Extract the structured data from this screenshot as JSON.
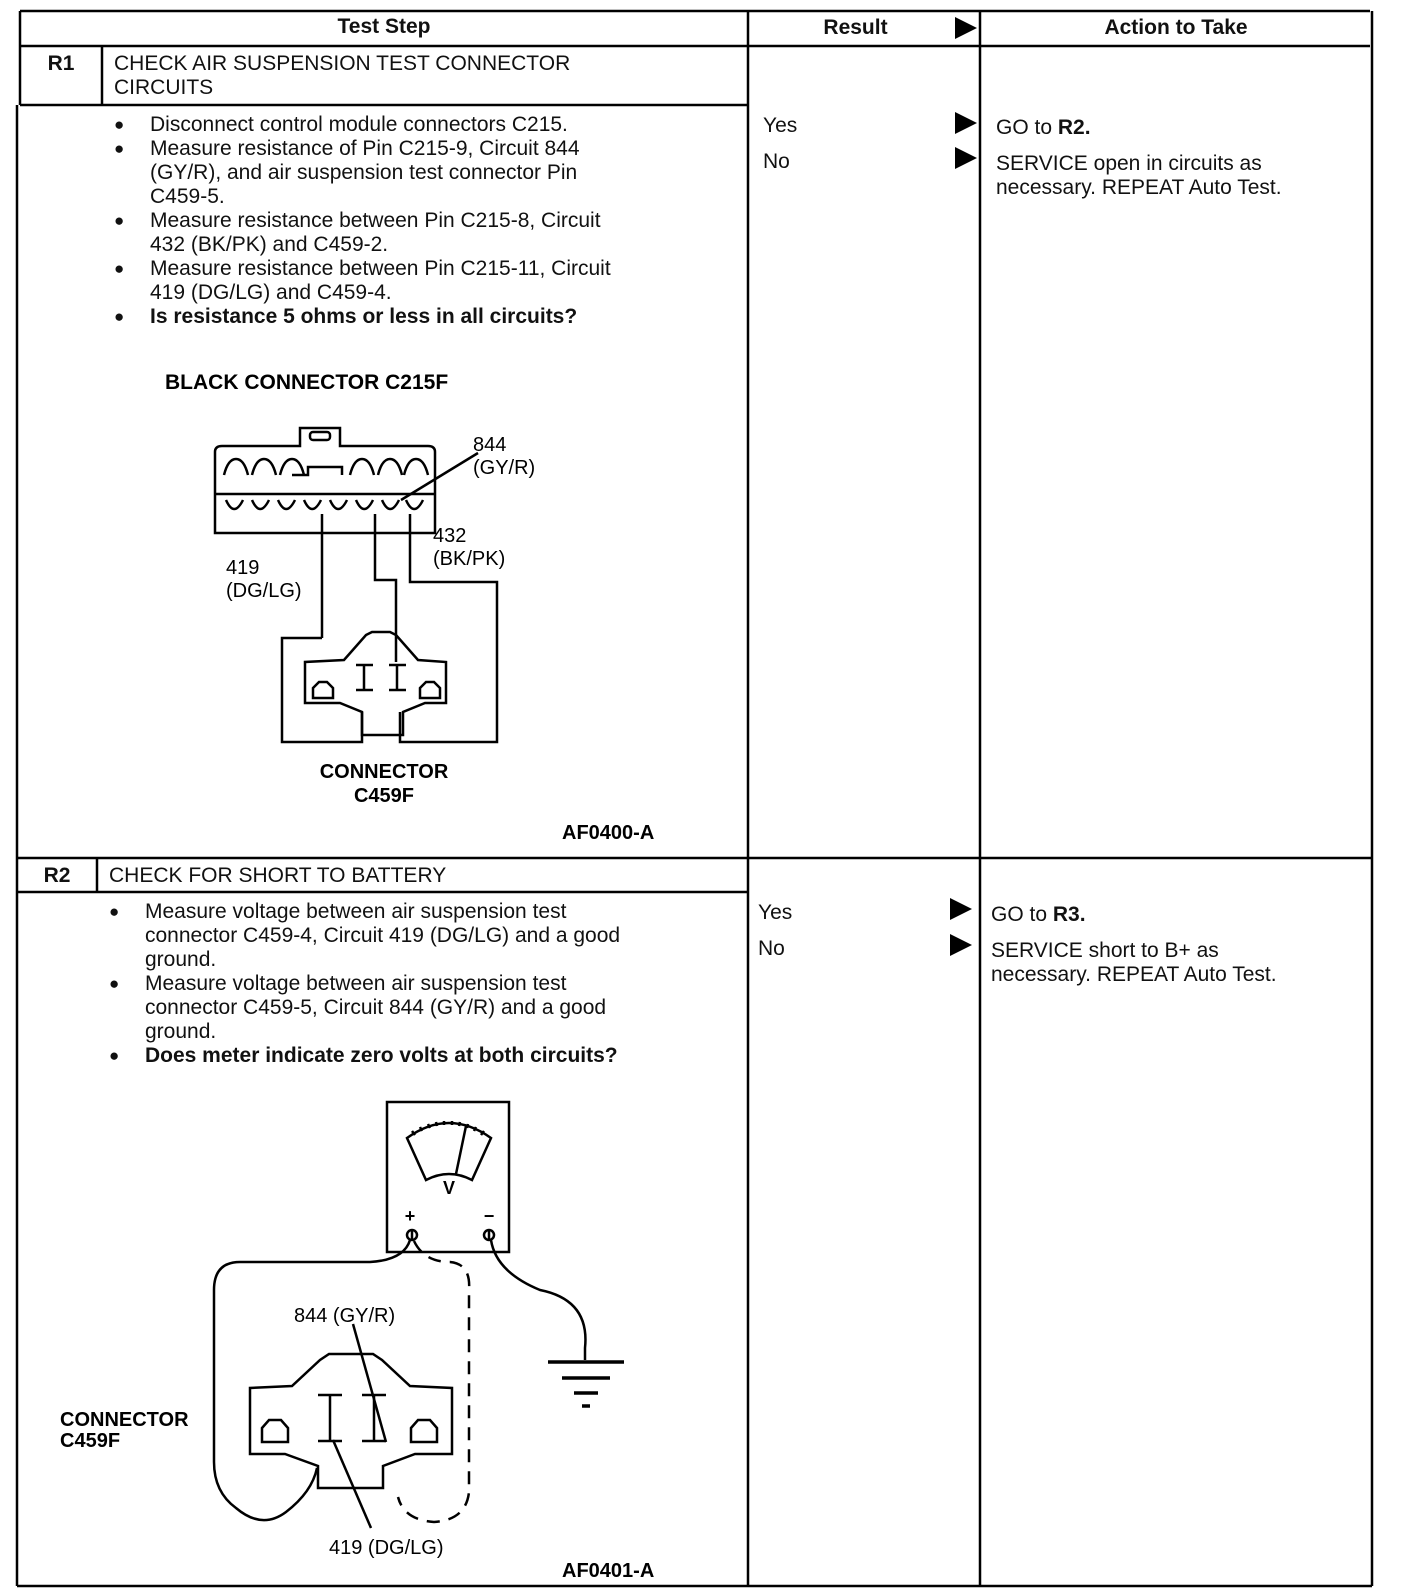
{
  "table": {
    "headers": {
      "test_step": "Test Step",
      "result": "Result",
      "action": "Action to Take"
    },
    "steps": [
      {
        "id": "R1",
        "title": [
          "CHECK AIR SUSPENSION TEST CONNECTOR",
          "CIRCUITS"
        ],
        "bullets": [
          [
            "Disconnect control module connectors C215."
          ],
          [
            "Measure resistance of Pin C215-9, Circuit 844",
            "(GY/R), and air suspension test connector Pin",
            "C459-5."
          ],
          [
            "Measure resistance between Pin C215-8, Circuit",
            "432 (BK/PK) and C459-2."
          ],
          [
            "Measure resistance between Pin C215-11, Circuit",
            "419 (DG/LG) and C459-4."
          ]
        ],
        "question": "Is resistance 5 ohms or less in all circuits?",
        "results": [
          {
            "label": "Yes",
            "action_prefix": "GO to ",
            "action_bold": "R2.",
            "action_lines": []
          },
          {
            "label": "No",
            "action_prefix": "",
            "action_bold": "",
            "action_lines": [
              "SERVICE open in circuits as",
              "necessary. REPEAT Auto Test."
            ]
          }
        ],
        "figure": {
          "title": "BLACK CONNECTOR C215F",
          "wire_844": [
            "844",
            "(GY/R)"
          ],
          "wire_432": [
            "432",
            "(BK/PK)"
          ],
          "wire_419": [
            "419",
            "(DG/LG)"
          ],
          "connector_label": [
            "CONNECTOR",
            "C459F"
          ],
          "code": "AF0400-A"
        }
      },
      {
        "id": "R2",
        "title": [
          "CHECK FOR SHORT TO BATTERY"
        ],
        "bullets": [
          [
            "Measure voltage between air suspension test",
            "connector C459-4, Circuit 419 (DG/LG) and a good",
            "ground."
          ],
          [
            "Measure voltage between air suspension test",
            "connector C459-5, Circuit 844 (GY/R) and a good",
            "ground."
          ]
        ],
        "question": "Does meter indicate zero volts at both circuits?",
        "results": [
          {
            "label": "Yes",
            "action_prefix": "GO to ",
            "action_bold": "R3.",
            "action_lines": []
          },
          {
            "label": "No",
            "action_prefix": "",
            "action_bold": "",
            "action_lines": [
              "SERVICE short to B+ as",
              "necessary. REPEAT Auto Test."
            ]
          }
        ],
        "figure": {
          "meter_unit": "V",
          "plus": "+",
          "minus": "−",
          "wire_844": "844 (GY/R)",
          "wire_419": "419 (DG/LG)",
          "connector_label": [
            "CONNECTOR",
            "C459F"
          ],
          "code": "AF0401-A"
        }
      }
    ]
  }
}
